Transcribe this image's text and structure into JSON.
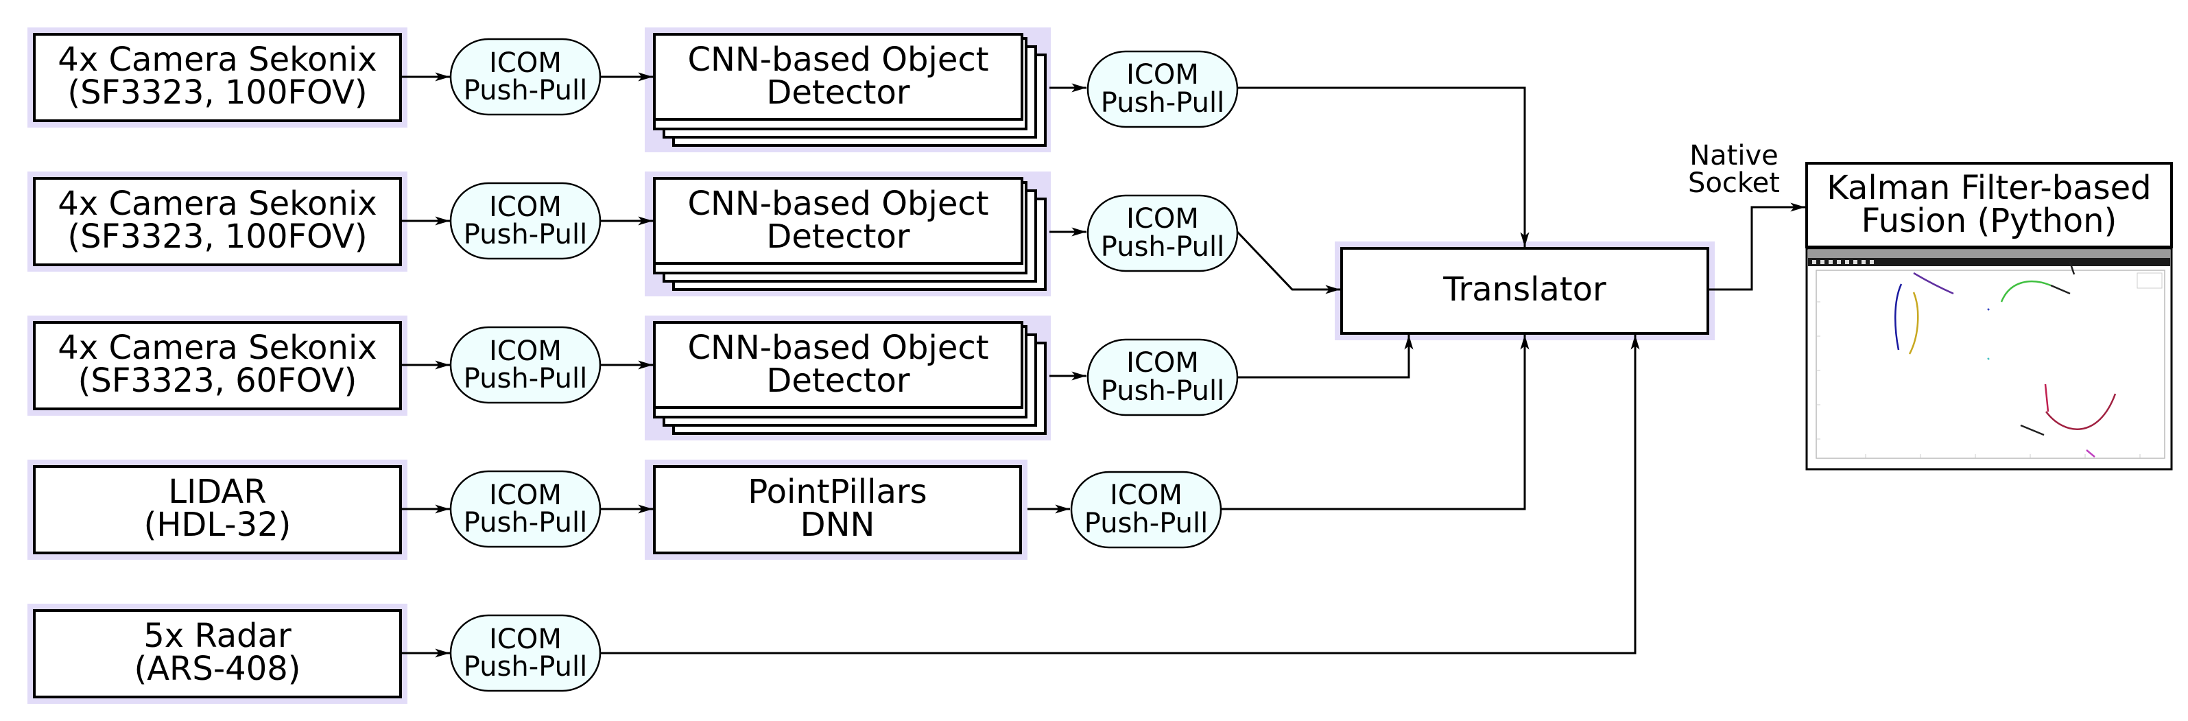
{
  "sensors": [
    {
      "line1": "4x Camera Sekonix",
      "line2": "(SF3323, 100FOV)"
    },
    {
      "line1": "4x Camera Sekonix",
      "line2": "(SF3323, 100FOV)"
    },
    {
      "line1": "4x Camera Sekonix",
      "line2": "(SF3323, 60FOV)"
    },
    {
      "line1": "LIDAR",
      "line2": "(HDL-32)"
    },
    {
      "line1": "5x Radar",
      "line2": "(ARS-408)"
    }
  ],
  "icom": {
    "line1": "ICOM",
    "line2": "Push-Pull"
  },
  "detectors": [
    {
      "line1": "CNN-based Object",
      "line2": "Detector"
    },
    {
      "line1": "CNN-based Object",
      "line2": "Detector"
    },
    {
      "line1": "CNN-based Object",
      "line2": "Detector"
    },
    {
      "line1": "PointPillars",
      "line2": "DNN"
    }
  ],
  "translator": {
    "label": "Translator"
  },
  "socket": {
    "line1": "Native",
    "line2": "Socket"
  },
  "fusion": {
    "line1": "Kalman Filter-based",
    "line2": "Fusion (Python)"
  },
  "colors": {
    "highlight": "#e2dcf8",
    "pill_fill": "#effefe",
    "stroke": "#000000"
  }
}
